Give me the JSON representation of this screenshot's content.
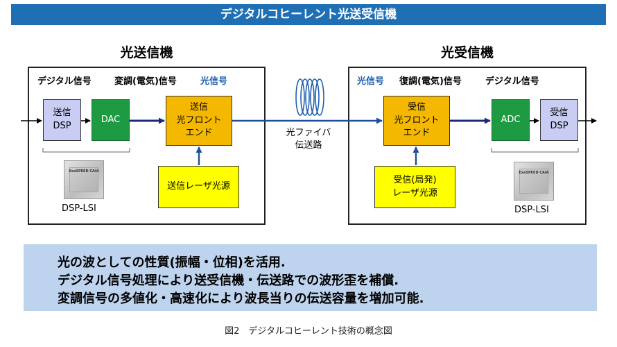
{
  "title": "デジタルコヒーレント光送受信機",
  "transmitter": {
    "title": "光送信機",
    "signal_labels": [
      "デジタル信号",
      "変調(電気)信号",
      "光信号"
    ],
    "dsp": "送信\nDSP",
    "dac": "DAC",
    "front_end": "送信\n光フロント\nエンド",
    "laser": "送信レーザ光源",
    "chip_text": "ExaSPEED CAIA",
    "lsi": "DSP-LSI"
  },
  "fiber": {
    "label": "光ファイバ\n伝送路"
  },
  "receiver": {
    "title": "光受信機",
    "signal_labels": [
      "光信号",
      "復調(電気)信号",
      "デジタル信号"
    ],
    "front_end": "受信\n光フロント\nエンド",
    "adc": "ADC",
    "dsp": "受信\nDSP",
    "laser": "受信(局発)\nレーザ光源",
    "chip_text": "ExaSPEED CAIA",
    "lsi": "DSP-LSI"
  },
  "summary": [
    "光の波としての性質(振幅・位相)を活用.",
    "デジタル信号処理により送受信機・伝送路での波形歪を補償.",
    "変調信号の多値化・高速化により波長当りの伝送容量を増加可能."
  ],
  "caption": "図2　デジタルコヒーレント技術の概念図",
  "colors": {
    "title_bar": "#1f6fb5",
    "dsp_block": "#c9ccf3",
    "converter_block": "#1e9a42",
    "front_end_block": "#f5b800",
    "laser_block": "#ffff00",
    "summary_box": "#bdd3ee",
    "arrow_blue": "#1f4e9a",
    "optical_label_blue": "#1f5fb0"
  }
}
